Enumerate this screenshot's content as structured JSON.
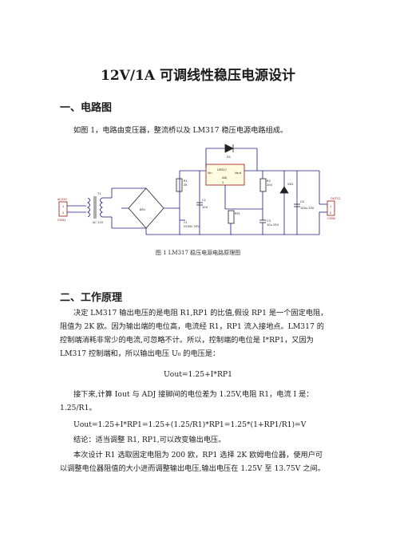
{
  "title": "12V/1A 可调线性稳压电源设计",
  "section1": {
    "heading": "一、电路图",
    "intro": "如图 1，电路由变压器，整流桥以及 LM317 稳压电源电路组成。",
    "caption": "图 1 LM317 稳压电源电路原理图"
  },
  "schematic": {
    "labels": {
      "input_connector": "AC220",
      "input_pins": [
        "1",
        "2"
      ],
      "input_name": "CON1",
      "transformer": "T1",
      "transformer_out": "AC 12V",
      "bridge": "BR1",
      "c1": "C1",
      "c1_val": "2200u 25V",
      "r1": "R1",
      "r1_val": "2K",
      "c2": "C2",
      "c2_val": "104",
      "ic_name": "LM317",
      "ic_vin": "Vin",
      "ic_vout": "Vout",
      "ic_adj": "ADJ",
      "ic_pin": "1",
      "d1": "D1",
      "r2": "R2",
      "r2_val": "200",
      "vd1": "VD1",
      "rp1": "RP1",
      "c3": "C3",
      "c3_val": "10u 25V",
      "c4": "C4",
      "c4_val": "100u 25V",
      "output_connector": "OUT12",
      "output_pins": [
        "1",
        "2"
      ],
      "output_name": "CON2"
    }
  },
  "section2": {
    "heading": "二、工作原理",
    "para1": [
      "决定 LM317 输出电压的是电阻 R1,RP1 的比值,假设 RP1 是一个固定电阻，",
      "阻值为 2K 欧。因为输出端的电位高，电流经 R1，RP1 流入接地点。LM317 的",
      "控制端消耗非常少的电流,可忽略不计。所以，控制端的电位是 I*RP1，又因为",
      "LM317 控制端和，所以输出电压 U₀ 的电压是："
    ],
    "formula1": "Uout=1.25+I*RP1",
    "para2": [
      "接下来,计算 Iout 与 ADJ 接脚间的电位差为 1.25V,电阻 R1，电流 I 是：",
      "1.25/R1。"
    ],
    "formula2": "Uout=1.25+I*RP1=1.25+(1.25/R1)*RP1=1.25*(1+RP1/R1)=V",
    "para3": "结论：适当调整 R1, RP1,可以改变输出电压。",
    "para4": [
      "本次设计 R1 选取固定电阻为 200 欧，RP1 选择 2K 欧姆电位器，使用户可",
      "以调整电位器阻值的大小进而调整输出电压,输出电压在 1.25V 至 13.75V 之间。"
    ]
  }
}
